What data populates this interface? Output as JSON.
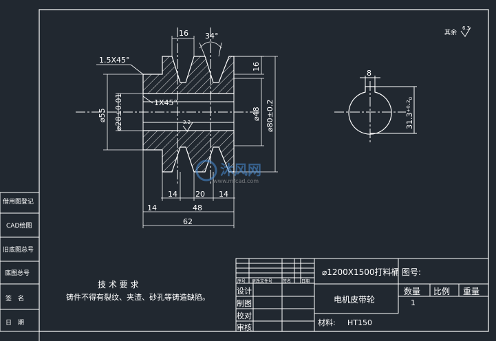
{
  "drawing": {
    "dims": {
      "width_16_top": "16",
      "angle_34": "34°",
      "chamfer_outer": "1.5X45°",
      "chamfer_inner": "1X45°",
      "dia_55": "⌀55",
      "dia_28": "⌀28±0.01",
      "dia_48": "⌀48",
      "dia_80": "⌀80±0.2",
      "height_16": "16",
      "bot_14a": "14",
      "bot_20": "20",
      "bot_14b": "14",
      "bot_14c": "14",
      "bot_48": "48",
      "bot_62": "62",
      "key_8": "8",
      "key_31": "31.3⁺⁰·²₀",
      "rough_inner": "3.2",
      "rough_rest_label": "其余",
      "rough_rest_val": "6.3"
    },
    "watermark": {
      "brand": "沐风网",
      "url": "www.mfcad.com"
    },
    "tech_req": {
      "title": "技 术 要 求",
      "text": "铸件不得有裂纹、夹渣、砂孔等铸造缺陷。"
    },
    "side_labels": [
      "借用图登记",
      "CAD绘图",
      "旧底图总号",
      "底图总号",
      "签　名",
      "日　期"
    ],
    "title_block": {
      "project": "⌀1200X1500打料桶",
      "drawing_no_label": "图号:",
      "part_name": "电机皮带轮",
      "qty_label": "数量",
      "scale_label": "比例",
      "weight_label": "重量",
      "qty_value": "1",
      "material_label": "材料:",
      "material_value": "HT150",
      "rev_headers": [
        "序号",
        "更改文件号",
        "签名",
        "日期"
      ],
      "rows": [
        "设计",
        "制图",
        "校对",
        "审核"
      ]
    }
  }
}
